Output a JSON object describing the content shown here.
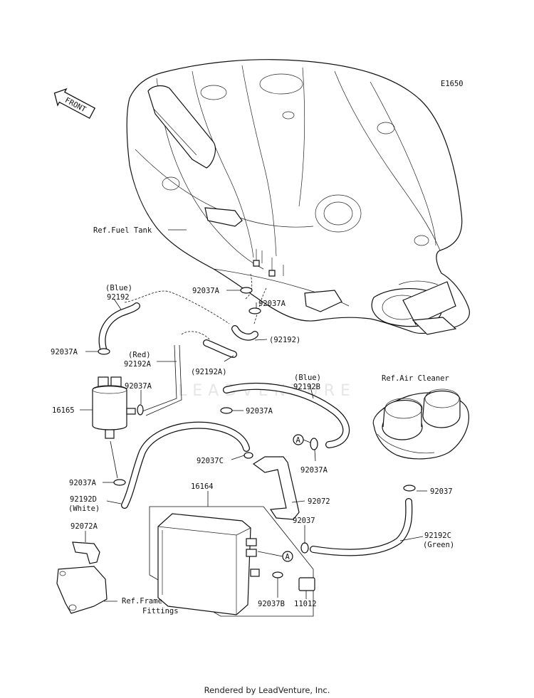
{
  "diagram_code": "E1650",
  "front_label": "FRONT",
  "watermark": "LEADVENTURE",
  "credit": "Rendered by LeadVenture, Inc.",
  "labels": [
    {
      "id": "ref-fuel-tank",
      "lines": [
        "Ref.Fuel Tank"
      ]
    },
    {
      "id": "92192-blue",
      "lines": [
        "(Blue)",
        "92192"
      ]
    },
    {
      "id": "92037a-upper-1",
      "lines": [
        "92037A"
      ]
    },
    {
      "id": "92037a-upper-2",
      "lines": [
        "92037A"
      ]
    },
    {
      "id": "92192-paren",
      "lines": [
        "(92192)"
      ]
    },
    {
      "id": "92037a-left",
      "lines": [
        "92037A"
      ]
    },
    {
      "id": "92192a-red",
      "lines": [
        "(Red)",
        "92192A"
      ]
    },
    {
      "id": "92192a-paren",
      "lines": [
        "(92192A)"
      ]
    },
    {
      "id": "92037a-filter",
      "lines": [
        "92037A"
      ]
    },
    {
      "id": "16165",
      "lines": [
        "16165"
      ]
    },
    {
      "id": "92192b-blue",
      "lines": [
        "(Blue)",
        "92192B"
      ]
    },
    {
      "id": "92037a-mid",
      "lines": [
        "92037A"
      ]
    },
    {
      "id": "ref-air-cleaner",
      "lines": [
        "Ref.Air Cleaner"
      ]
    },
    {
      "id": "92037a-lower-right",
      "lines": [
        "92037A"
      ]
    },
    {
      "id": "92037c",
      "lines": [
        "92037C"
      ]
    },
    {
      "id": "92037a-lower-left",
      "lines": [
        "92037A"
      ]
    },
    {
      "id": "92192d-white",
      "lines": [
        "92192D",
        "(White)"
      ]
    },
    {
      "id": "16164",
      "lines": [
        "16164"
      ]
    },
    {
      "id": "92072",
      "lines": [
        "92072"
      ]
    },
    {
      "id": "92037",
      "lines": [
        "92037"
      ]
    },
    {
      "id": "92037-canister",
      "lines": [
        "92037"
      ]
    },
    {
      "id": "92192c-green",
      "lines": [
        "92192C",
        "(Green)"
      ]
    },
    {
      "id": "92072a",
      "lines": [
        "92072A"
      ]
    },
    {
      "id": "92037b",
      "lines": [
        "92037B"
      ]
    },
    {
      "id": "11012",
      "lines": [
        "11012"
      ]
    },
    {
      "id": "ref-frame-fittings",
      "lines": [
        "Ref.Frame",
        "Fittings"
      ]
    }
  ],
  "markers": [
    {
      "id": "marker-a-upper",
      "text": "A"
    },
    {
      "id": "marker-a-lower",
      "text": "A"
    }
  ]
}
